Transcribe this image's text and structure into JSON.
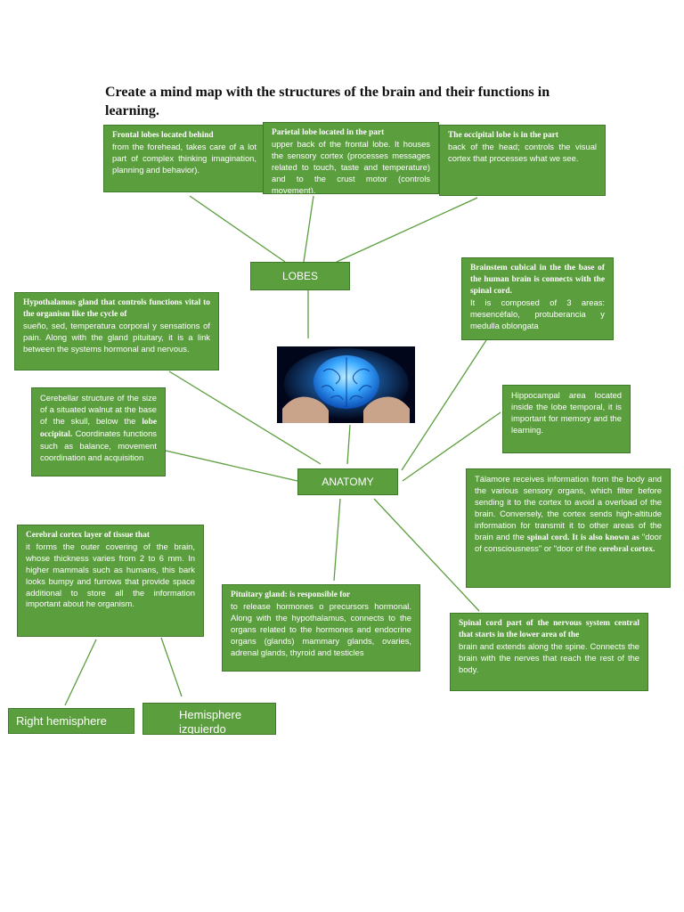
{
  "title": "Create a mind map with the structures of the brain and their functions in learning.",
  "nodes": {
    "lobes": "LOBES",
    "anatomy": "ANATOMY"
  },
  "boxes": {
    "frontal": {
      "heading": "Frontal lobes located behind",
      "body": "from the forehead, takes care of a lot part of complex thinking imagination, planning and behavior)."
    },
    "parietal": {
      "heading": "Parietal lobe located in the part",
      "body": "upper back of the frontal lobe. It houses the sensory cortex (processes messages related to touch, taste and temperature) and to the crust motor (controls movement)."
    },
    "occipital": {
      "heading": "The occipital lobe is in the part",
      "body": "back of the head; controls the visual cortex that processes what we see."
    },
    "brainstem": {
      "heading": "Brainstem cubical in the the base of the human brain is connects with the spinal cord.",
      "body": "It is composed of 3 areas: mesencéfalo, protuberancia y medulla oblongata"
    },
    "hypothalamus": {
      "heading": "Hypothalamus gland that controls functions vital to the organism like the cycle of",
      "body": "sueño, sed, temperatura corporal y sensations of pain. Along with the gland pituitary, it is a link between the systems hormonal and nervous."
    },
    "cerebellar": {
      "body_a": "Cerebellar structure of the size of a situated walnut at the base of the skull, below the",
      "bold": "lobe occipital.",
      "body_b": "Coordinates functions such as balance, movement coordination and acquisition"
    },
    "hippocampal": {
      "body": "Hippocampal area located inside the lobe temporal, it is important for memory and the learning."
    },
    "thalamus": {
      "body": "Tálamore receives information from the body and the various sensory organs, which filter before sending it to the cortex to avoid a overload of the brain. Conversely, the cortex sends high-altitude information for transmit it to other areas of the brain and the",
      "bold": "spinal cord. It is also known as",
      "body_b": "\"door of consciousness\" or \"door of the",
      "bold_b": "cerebral cortex."
    },
    "cortex": {
      "heading": "Cerebral cortex layer of tissue that",
      "body": "it forms the outer covering of the brain, whose thickness varies from 2 to 6 mm. In higher mammals such as humans, this bark looks bumpy and furrows that provide space additional to store all the information important about he organism."
    },
    "pituitary": {
      "heading": "Pituitary gland: is responsible for",
      "body": "to release hormones o precursors hormonal. Along with the hypothalamus, connects to the organs related to the hormones and endocrine organs (glands) mammary glands, ovaries, adrenal glands, thyroid and testicles"
    },
    "spinal": {
      "heading": "Spinal cord part of the nervous system central that starts in the lower area of the",
      "body": "brain and extends along the spine. Connects the brain with the nerves that reach the rest of the body."
    }
  },
  "hemispheres": {
    "right": "Right hemisphere",
    "left": "Hemisphere izquierdo"
  },
  "colors": {
    "box_fill": "#5b9e3e",
    "box_border": "#3e7a28",
    "connector": "#5b9e3e",
    "brain_glow": "#3aa8ff"
  },
  "icons": {
    "center_image": "brain-in-hands-image"
  }
}
